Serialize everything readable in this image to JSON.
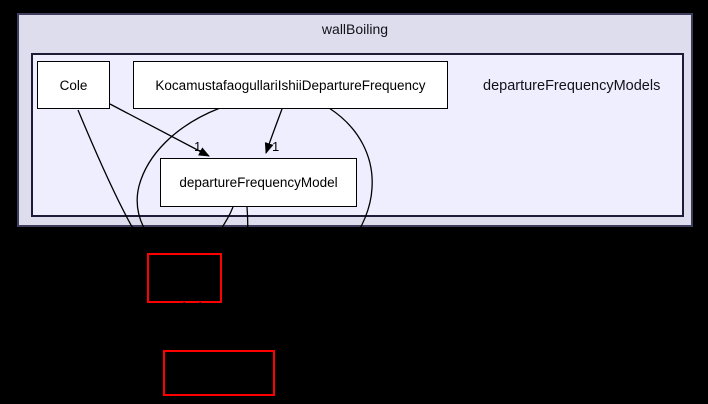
{
  "graph": {
    "clusters": {
      "outer": {
        "label": "wallBoiling",
        "fill": "#ddddee"
      },
      "inner": {
        "label": "departureFrequencyModels",
        "fill": "#eeeeff"
      }
    },
    "nodes": [
      {
        "label": "Cole"
      },
      {
        "label": "KocamustafaogullariIshiiDepartureFrequency"
      },
      {
        "label": "departureFrequencyModel"
      }
    ],
    "edges": [
      {
        "from": "Cole",
        "to": "departureFrequencyModel",
        "label": "1"
      },
      {
        "from": "KocamustafaogullariIshiiDepartureFrequency",
        "to": "departureFrequencyModel",
        "label": "1"
      }
    ],
    "external_nodes": [
      {
        "label": "",
        "border": "#ff0000"
      },
      {
        "label": "",
        "border": "#ff0000"
      }
    ],
    "colors": {
      "background": "#000000",
      "node_fill": "#ffffff",
      "node_border": "#000000",
      "edge": "#000000",
      "external_border": "#ff0000",
      "outer_cluster_border": "#3d3d5c",
      "inner_cluster_border": "#1c1c38"
    }
  }
}
